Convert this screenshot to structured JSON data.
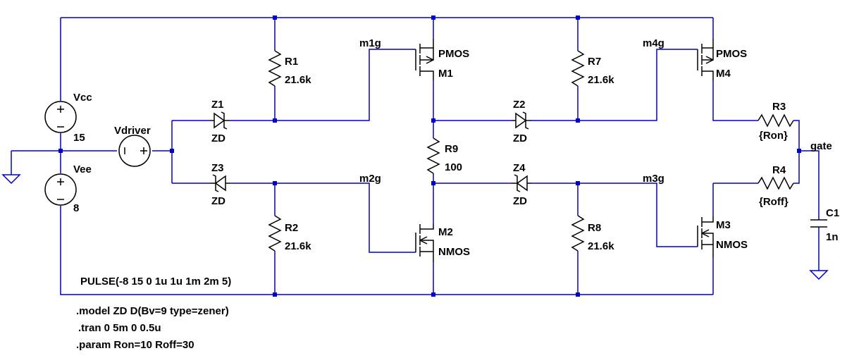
{
  "sources": {
    "vcc": {
      "name": "Vcc",
      "value": "15"
    },
    "vee": {
      "name": "Vee",
      "value": "8"
    },
    "vdriver": {
      "name": "Vdriver",
      "value": "PULSE(-8 15 0 1u 1u 1m 2m 5)"
    }
  },
  "resistors": {
    "r1": {
      "name": "R1",
      "value": "21.6k"
    },
    "r2": {
      "name": "R2",
      "value": "21.6k"
    },
    "r7": {
      "name": "R7",
      "value": "21.6k"
    },
    "r8": {
      "name": "R8",
      "value": "21.6k"
    },
    "r9": {
      "name": "R9",
      "value": "100"
    },
    "r3": {
      "name": "R3",
      "value": "{Ron}"
    },
    "r4": {
      "name": "R4",
      "value": "{Roff}"
    }
  },
  "diodes": {
    "z1": {
      "name": "Z1",
      "model": "ZD"
    },
    "z2": {
      "name": "Z2",
      "model": "ZD"
    },
    "z3": {
      "name": "Z3",
      "model": "ZD"
    },
    "z4": {
      "name": "Z4",
      "model": "ZD"
    }
  },
  "transistors": {
    "m1": {
      "name": "M1",
      "type": "PMOS"
    },
    "m2": {
      "name": "M2",
      "type": "NMOS"
    },
    "m3": {
      "name": "M3",
      "type": "NMOS"
    },
    "m4": {
      "name": "M4",
      "type": "PMOS"
    }
  },
  "capacitor": {
    "name": "C1",
    "value": "1n"
  },
  "net_labels": {
    "m1g": "m1g",
    "m2g": "m2g",
    "m3g": "m3g",
    "m4g": "m4g",
    "gate": "gate"
  },
  "directives": {
    "model": ".model ZD D(Bv=9 type=zener)",
    "tran": ".tran 0 5m 0 0.5u",
    "param": ".param Ron=10 Roff=30"
  },
  "colors": {
    "wire": "#0000cc",
    "component": "#000000",
    "background": "#ffffff"
  }
}
